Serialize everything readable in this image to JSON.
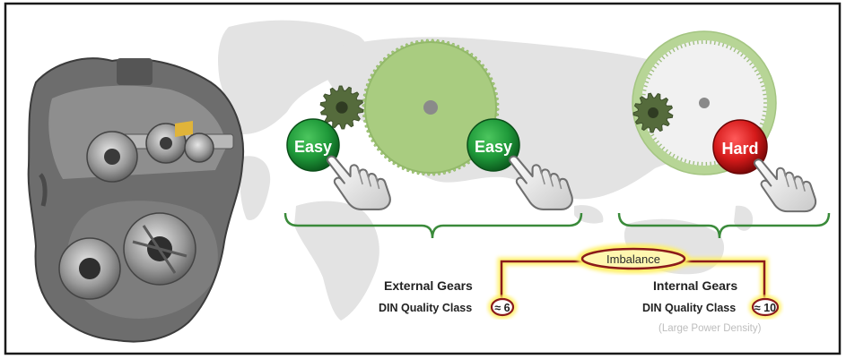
{
  "colors": {
    "frame": "#1a1a1a",
    "map": "#e3e3e3",
    "big_gear": "#a9cc80",
    "small_gear": "#556b3c",
    "ring_gear": "#b7d596",
    "bracket": "#3a8a3a",
    "easy_button": "#1f9a3a",
    "hard_button": "#d51a1a",
    "imbalance_line": "#8b1a1a",
    "imbalance_glow": "#fff066"
  },
  "icons": {
    "transmission": "transmission-cutaway-image",
    "hand": "pointing-hand-icon",
    "gear": "gear-icon"
  },
  "buttons": {
    "easy_left": "Easy",
    "easy_right": "Easy",
    "hard": "Hard"
  },
  "external": {
    "title": "External Gears",
    "din_label": "DIN Quality Class",
    "din_value": "≈ 6"
  },
  "internal": {
    "title": "Internal Gears",
    "din_label": "DIN Quality Class",
    "din_value": "≈ 10",
    "note": "(Large Power Density)"
  },
  "imbalance": {
    "label": "Imbalance"
  }
}
